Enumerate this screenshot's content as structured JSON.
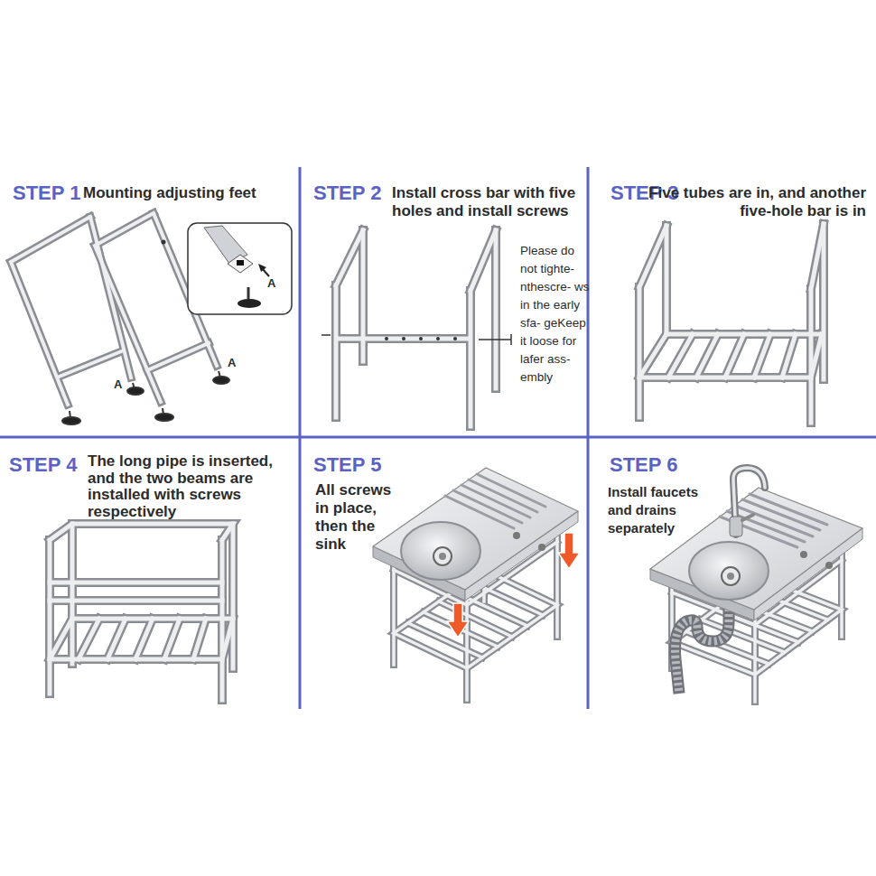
{
  "diagram": {
    "labels": [
      "STEP 1",
      "Mounting adjusting feet",
      "A",
      "A",
      "A",
      "STEP 2",
      "Install cross bar with five holes and install screws",
      "Please do not tighte- nthescre- ws in the early sfa- geKeep it loose for lafer ass- embly",
      "STEP 3",
      "Five tubes are in, and another five-hole bar is in",
      "STEP 4",
      "The long pipe is inserted, and the two beams are installed with screws respectively",
      "STEP 5",
      "All screws in place, then the sink",
      "STEP 6",
      "Install faucets and drains separately"
    ]
  }
}
